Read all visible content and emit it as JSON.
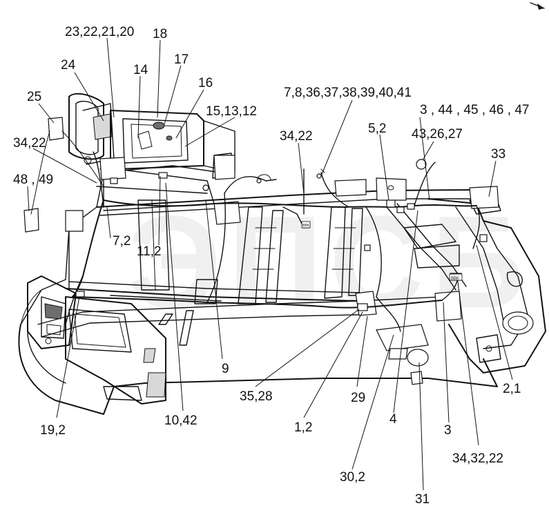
{
  "diagram": {
    "callouts": [
      {
        "id": "c1",
        "text": "23,22,21,20"
      },
      {
        "id": "c2",
        "text": "18"
      },
      {
        "id": "c3",
        "text": "24"
      },
      {
        "id": "c4",
        "text": "14"
      },
      {
        "id": "c5",
        "text": "17"
      },
      {
        "id": "c6",
        "text": "16"
      },
      {
        "id": "c7",
        "text": "25"
      },
      {
        "id": "c8",
        "text": "15,13,12"
      },
      {
        "id": "c9",
        "text": "7,8,36,37,38,39,40,41"
      },
      {
        "id": "c10",
        "text": "3 , 44 , 45 , 46 , 47"
      },
      {
        "id": "c11",
        "text": "34,22"
      },
      {
        "id": "c12",
        "text": "34,22"
      },
      {
        "id": "c13",
        "text": "5,2"
      },
      {
        "id": "c14",
        "text": "43,26,27"
      },
      {
        "id": "c15",
        "text": "33"
      },
      {
        "id": "c16",
        "text": "48 , 49"
      },
      {
        "id": "c17",
        "text": "7,2"
      },
      {
        "id": "c18",
        "text": "11,2"
      },
      {
        "id": "c19",
        "text": "9"
      },
      {
        "id": "c20",
        "text": "35,28"
      },
      {
        "id": "c21",
        "text": "29"
      },
      {
        "id": "c22",
        "text": "2,1"
      },
      {
        "id": "c23",
        "text": "19,2"
      },
      {
        "id": "c24",
        "text": "10,42"
      },
      {
        "id": "c25",
        "text": "1,2"
      },
      {
        "id": "c26",
        "text": "4"
      },
      {
        "id": "c27",
        "text": "3"
      },
      {
        "id": "c28",
        "text": "34,32,22"
      },
      {
        "id": "c29",
        "text": "30,2"
      },
      {
        "id": "c30",
        "text": "31"
      }
    ],
    "watermark": "ЭПСБ",
    "part_labels": {
      "tag_left": "BBK",
      "tag_right": "BBK"
    }
  }
}
